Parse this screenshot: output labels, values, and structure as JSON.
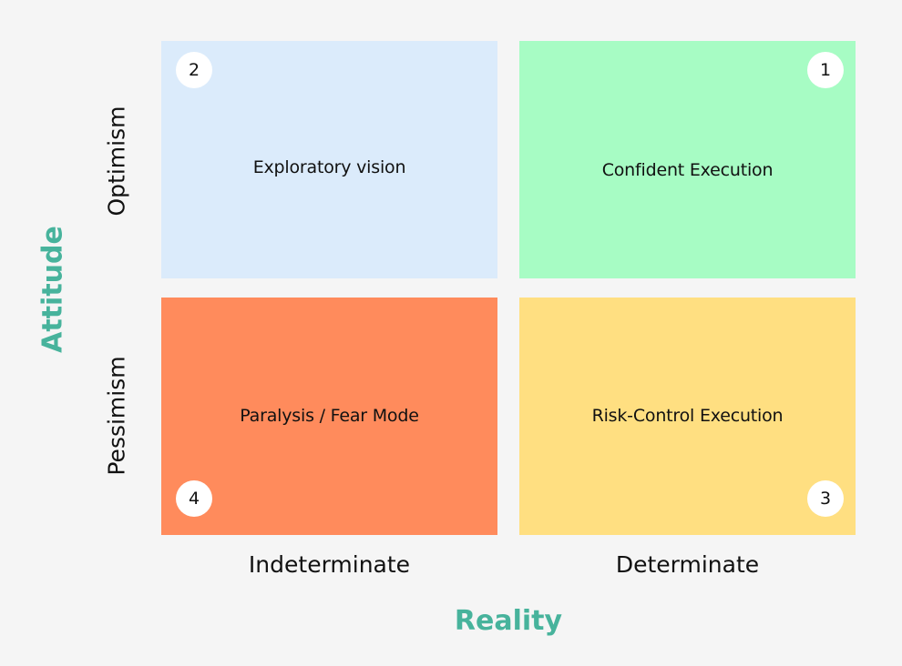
{
  "quadrants": {
    "top_left": {
      "number": "2",
      "label": "Exploratory vision",
      "color": "#dbebfb"
    },
    "top_right": {
      "number": "1",
      "label": "Confident Execution",
      "color": "#a7fcc4"
    },
    "bottom_left": {
      "number": "4",
      "label": "Paralysis / Fear Mode",
      "color": "#ff8b5c"
    },
    "bottom_right": {
      "number": "3",
      "label": "Risk-Control Execution",
      "color": "#ffdf81"
    }
  },
  "y_axis": {
    "title": "Attitude",
    "top": "Optimism",
    "bottom": "Pessimism"
  },
  "x_axis": {
    "title": "Reality",
    "left": "Indeterminate",
    "right": "Determinate"
  },
  "accent_color": "#47b39c"
}
